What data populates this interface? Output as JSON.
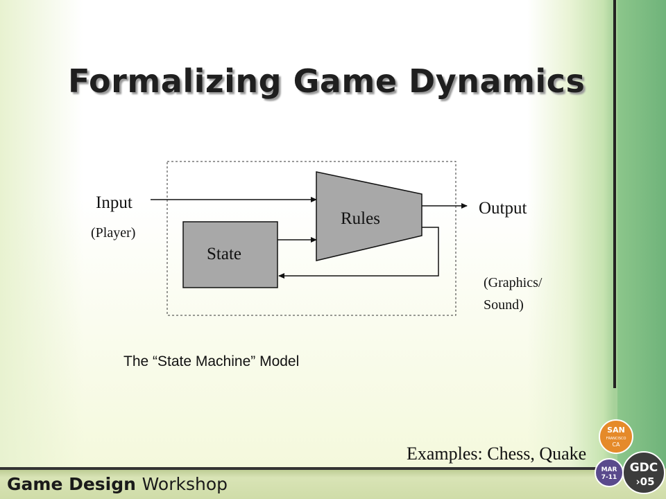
{
  "slide": {
    "title": "Formalizing Game Dynamics",
    "caption": "The “State Machine” Model",
    "examples": "Examples:  Chess, Quake"
  },
  "diagram": {
    "input_label": "Input",
    "input_sub": "(Player)",
    "rules_label": "Rules",
    "state_label": "State",
    "output_label": "Output",
    "output_sub_line1": "(Graphics/",
    "output_sub_line2": "Sound)"
  },
  "footer": {
    "brand_bold": "Game Design",
    "brand_light": "Workshop"
  },
  "logo": {
    "line1": "SAN",
    "line2": "FRANCISCO",
    "line3": "CA",
    "date1": "MAR",
    "date2": "7-11",
    "mark": "GDC",
    "year": "›05"
  },
  "colors": {
    "title_text": "#1f1f1f",
    "diagram_fill": "#a8a8a8",
    "right_strip": "#7bbd80",
    "logo_orange": "#e58a2a",
    "logo_purple": "#5a4a8c"
  }
}
